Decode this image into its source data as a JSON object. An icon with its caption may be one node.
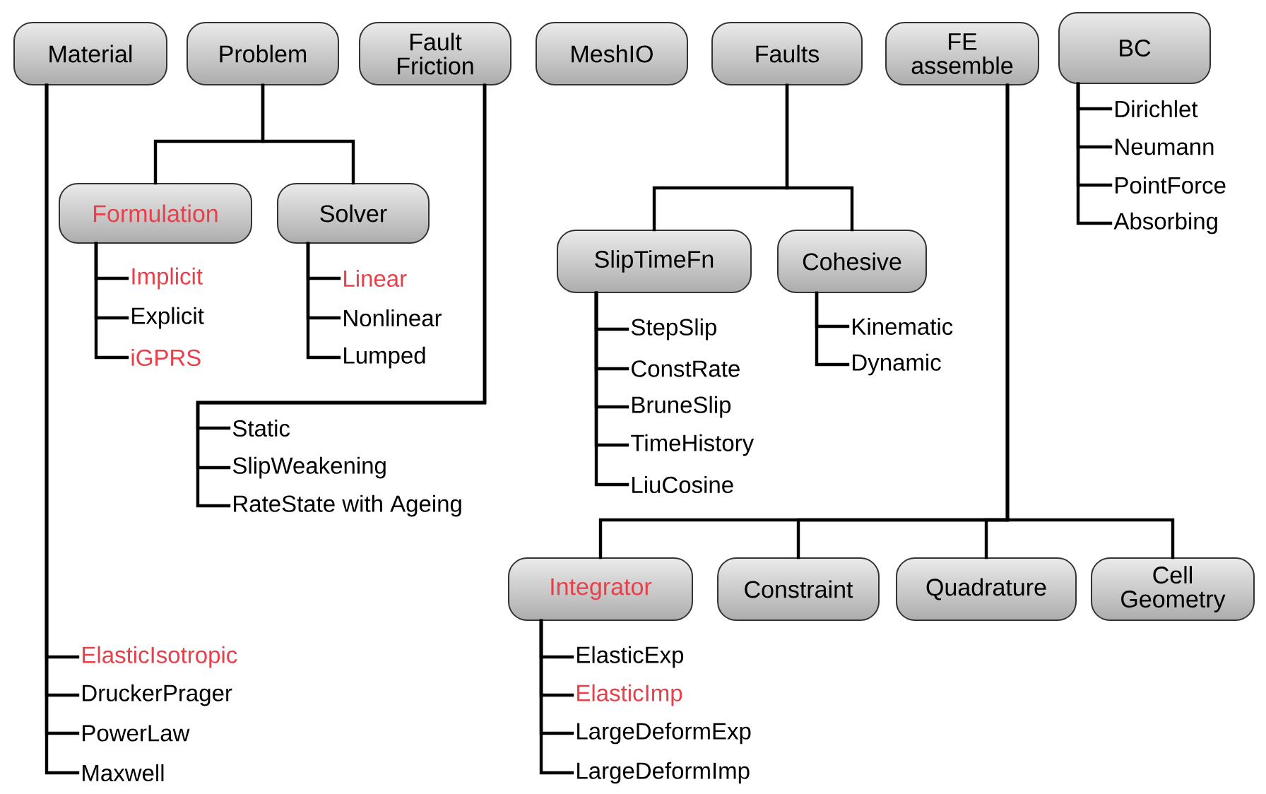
{
  "diagram": {
    "nodes": [
      {
        "text": [
          "Material"
        ]
      },
      {
        "text": [
          "Problem"
        ]
      },
      {
        "text": [
          "Fault Friction"
        ]
      },
      {
        "text": [
          "MeshIO"
        ]
      },
      {
        "text": [
          "Faults"
        ]
      },
      {
        "text": [
          "FE assemble"
        ]
      },
      {
        "text": [
          "BC"
        ]
      },
      {
        "text": [
          "Dirichlet"
        ]
      },
      {
        "text": [
          "Neumann"
        ]
      },
      {
        "text": [
          "PointForce"
        ]
      },
      {
        "text": [
          "Absorbing"
        ]
      },
      {
        "text": [
          "Formulation"
        ]
      },
      {
        "text": [
          "Solver"
        ]
      },
      {
        "text": [
          "SlipTimeFn"
        ]
      },
      {
        "text": [
          "Cohesive"
        ]
      },
      {
        "text": [
          "Implicit"
        ]
      },
      {
        "text": [
          "Explicit"
        ]
      },
      {
        "text": [
          "iGPRS"
        ]
      },
      {
        "text": [
          "Linear"
        ]
      },
      {
        "text": [
          "Nonlinear"
        ]
      },
      {
        "text": [
          "Lumped"
        ]
      },
      {
        "text": [
          "Kinematic"
        ]
      },
      {
        "text": [
          "Dynamic"
        ]
      },
      {
        "text": [
          "StepSlip"
        ]
      },
      {
        "text": [
          "ConstRate"
        ]
      },
      {
        "text": [
          "BruneSlip"
        ]
      },
      {
        "text": [
          "TimeHistory"
        ]
      },
      {
        "text": [
          "LiuCosine"
        ]
      },
      {
        "text": [
          "Static"
        ]
      },
      {
        "text": [
          "SlipWeakening"
        ]
      },
      {
        "text": [
          "RateState with Ageing"
        ]
      },
      {
        "text": [
          "Integrator"
        ]
      },
      {
        "text": [
          "Constraint"
        ]
      },
      {
        "text": [
          "Quadrature"
        ]
      },
      {
        "text": [
          "Cell Geometry"
        ]
      },
      {
        "text": [
          "ElasticIsotropic"
        ]
      },
      {
        "text": [
          "DruckerPrager"
        ]
      },
      {
        "text": [
          "PowerLaw"
        ]
      },
      {
        "text": [
          "Maxwell"
        ]
      },
      {
        "text": [
          "ElasticExp"
        ]
      },
      {
        "text": [
          "ElasticImp"
        ]
      },
      {
        "text": [
          "LargeDeformExp"
        ]
      },
      {
        "text": [
          "LargeDeformImp"
        ]
      }
    ],
    "edges": [
      {
        "from": 6,
        "to": 7,
        "arrow": "none"
      },
      {
        "from": 6,
        "to": 8,
        "arrow": "none"
      },
      {
        "from": 6,
        "to": 9,
        "arrow": "none"
      },
      {
        "from": 6,
        "to": 10,
        "arrow": "none"
      },
      {
        "from": 1,
        "to": 11,
        "arrow": "none"
      },
      {
        "from": 1,
        "to": 12,
        "arrow": "none"
      },
      {
        "from": 4,
        "to": 13,
        "arrow": "none"
      },
      {
        "from": 4,
        "to": 14,
        "arrow": "none"
      },
      {
        "from": 11,
        "to": 15,
        "arrow": "none"
      },
      {
        "from": 11,
        "to": 16,
        "arrow": "none"
      },
      {
        "from": 11,
        "to": 17,
        "arrow": "none"
      },
      {
        "from": 12,
        "to": 18,
        "arrow": "none"
      },
      {
        "from": 12,
        "to": 19,
        "arrow": "none"
      },
      {
        "from": 12,
        "to": 20,
        "arrow": "none"
      },
      {
        "from": 14,
        "to": 21,
        "arrow": "none"
      },
      {
        "from": 14,
        "to": 22,
        "arrow": "none"
      },
      {
        "from": 13,
        "to": 23,
        "arrow": "none"
      },
      {
        "from": 13,
        "to": 24,
        "arrow": "none"
      },
      {
        "from": 13,
        "to": 25,
        "arrow": "none"
      },
      {
        "from": 13,
        "to": 26,
        "arrow": "none"
      },
      {
        "from": 13,
        "to": 27,
        "arrow": "none"
      },
      {
        "from": 2,
        "to": 28,
        "arrow": "none"
      },
      {
        "from": 2,
        "to": 29,
        "arrow": "none"
      },
      {
        "from": 2,
        "to": 30,
        "arrow": "none"
      },
      {
        "from": 5,
        "to": 31,
        "arrow": "none"
      },
      {
        "from": 5,
        "to": 32,
        "arrow": "none"
      },
      {
        "from": 5,
        "to": 33,
        "arrow": "none"
      },
      {
        "from": 5,
        "to": 34,
        "arrow": "none"
      },
      {
        "from": 0,
        "to": 35,
        "arrow": "none"
      },
      {
        "from": 0,
        "to": 36,
        "arrow": "none"
      },
      {
        "from": 0,
        "to": 37,
        "arrow": "none"
      },
      {
        "from": 0,
        "to": 38,
        "arrow": "none"
      },
      {
        "from": 31,
        "to": 39,
        "arrow": "none"
      },
      {
        "from": 31,
        "to": 40,
        "arrow": "none"
      },
      {
        "from": 31,
        "to": 41,
        "arrow": "none"
      },
      {
        "from": 31,
        "to": 42,
        "arrow": "none"
      }
    ]
  }
}
